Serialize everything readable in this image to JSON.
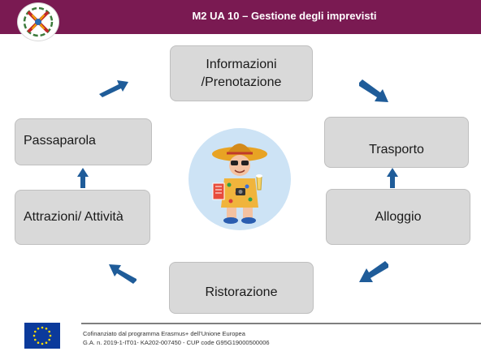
{
  "header": {
    "title": "M2 UA 10 – Gestione degli imprevisti",
    "background": "#7a1a52"
  },
  "cycle": {
    "nodes": [
      {
        "id": "informazioni",
        "label": "Informazioni\n/Prenotazione"
      },
      {
        "id": "trasporto",
        "label": "Trasporto"
      },
      {
        "id": "alloggio",
        "label": "Alloggio"
      },
      {
        "id": "ristorazione",
        "label": "Ristorazione"
      },
      {
        "id": "attrazioni",
        "label": "Attrazioni/ Attività"
      },
      {
        "id": "passaparola",
        "label": "Passaparola"
      }
    ],
    "arrow_color": "#1f5c99",
    "box_color": "#d9d9d9"
  },
  "footer": {
    "line1": "Cofinanziato dal programma Erasmus+ dell’Unione Europea",
    "line2": "G.A. n. 2019-1-IT01- KA202-007450 - CUP code G95G19000500006"
  }
}
